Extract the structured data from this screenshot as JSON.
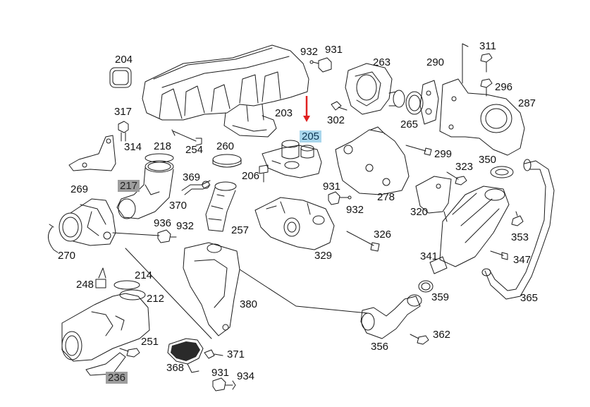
{
  "diagram": {
    "highlight_color": "#a9d6ec",
    "inactive_color": "#9e9e9e",
    "arrow_color": "#e02020",
    "callouts": [
      {
        "id": "c204",
        "label": "204",
        "style": "plain"
      },
      {
        "id": "c932a",
        "label": "932",
        "style": "plain"
      },
      {
        "id": "c931a",
        "label": "931",
        "style": "plain"
      },
      {
        "id": "c263",
        "label": "263",
        "style": "plain"
      },
      {
        "id": "c290",
        "label": "290",
        "style": "plain"
      },
      {
        "id": "c311",
        "label": "311",
        "style": "plain"
      },
      {
        "id": "c296",
        "label": "296",
        "style": "plain"
      },
      {
        "id": "c287",
        "label": "287",
        "style": "plain"
      },
      {
        "id": "c317",
        "label": "317",
        "style": "plain"
      },
      {
        "id": "c203",
        "label": "203",
        "style": "plain"
      },
      {
        "id": "c302",
        "label": "302",
        "style": "plain"
      },
      {
        "id": "c265",
        "label": "265",
        "style": "plain"
      },
      {
        "id": "c205",
        "label": "205",
        "style": "selected"
      },
      {
        "id": "c314",
        "label": "314",
        "style": "plain"
      },
      {
        "id": "c218",
        "label": "218",
        "style": "plain"
      },
      {
        "id": "c254",
        "label": "254",
        "style": "plain"
      },
      {
        "id": "c260",
        "label": "260",
        "style": "plain"
      },
      {
        "id": "c299",
        "label": "299",
        "style": "plain"
      },
      {
        "id": "c323",
        "label": "323",
        "style": "plain"
      },
      {
        "id": "c350",
        "label": "350",
        "style": "plain"
      },
      {
        "id": "c206",
        "label": "206",
        "style": "plain"
      },
      {
        "id": "c369",
        "label": "369",
        "style": "plain"
      },
      {
        "id": "c217",
        "label": "217",
        "style": "unavailable"
      },
      {
        "id": "c269",
        "label": "269",
        "style": "plain"
      },
      {
        "id": "c931b",
        "label": "931",
        "style": "plain"
      },
      {
        "id": "c278",
        "label": "278",
        "style": "plain"
      },
      {
        "id": "c370",
        "label": "370",
        "style": "plain"
      },
      {
        "id": "c932b",
        "label": "932",
        "style": "plain"
      },
      {
        "id": "c320",
        "label": "320",
        "style": "plain"
      },
      {
        "id": "c936",
        "label": "936",
        "style": "plain"
      },
      {
        "id": "c932c",
        "label": "932",
        "style": "plain"
      },
      {
        "id": "c257",
        "label": "257",
        "style": "plain"
      },
      {
        "id": "c326",
        "label": "326",
        "style": "plain"
      },
      {
        "id": "c353",
        "label": "353",
        "style": "plain"
      },
      {
        "id": "c270",
        "label": "270",
        "style": "plain"
      },
      {
        "id": "c329",
        "label": "329",
        "style": "plain"
      },
      {
        "id": "c341",
        "label": "341",
        "style": "plain"
      },
      {
        "id": "c347",
        "label": "347",
        "style": "plain"
      },
      {
        "id": "c248",
        "label": "248",
        "style": "plain"
      },
      {
        "id": "c214",
        "label": "214",
        "style": "plain"
      },
      {
        "id": "c212",
        "label": "212",
        "style": "plain"
      },
      {
        "id": "c380",
        "label": "380",
        "style": "plain"
      },
      {
        "id": "c359",
        "label": "359",
        "style": "plain"
      },
      {
        "id": "c365",
        "label": "365",
        "style": "plain"
      },
      {
        "id": "c362",
        "label": "362",
        "style": "plain"
      },
      {
        "id": "c251",
        "label": "251",
        "style": "plain"
      },
      {
        "id": "c371",
        "label": "371",
        "style": "plain"
      },
      {
        "id": "c356",
        "label": "356",
        "style": "plain"
      },
      {
        "id": "c368",
        "label": "368",
        "style": "plain"
      },
      {
        "id": "c931c",
        "label": "931",
        "style": "plain"
      },
      {
        "id": "c934",
        "label": "934",
        "style": "plain"
      },
      {
        "id": "c236",
        "label": "236",
        "style": "unavailable"
      }
    ]
  }
}
